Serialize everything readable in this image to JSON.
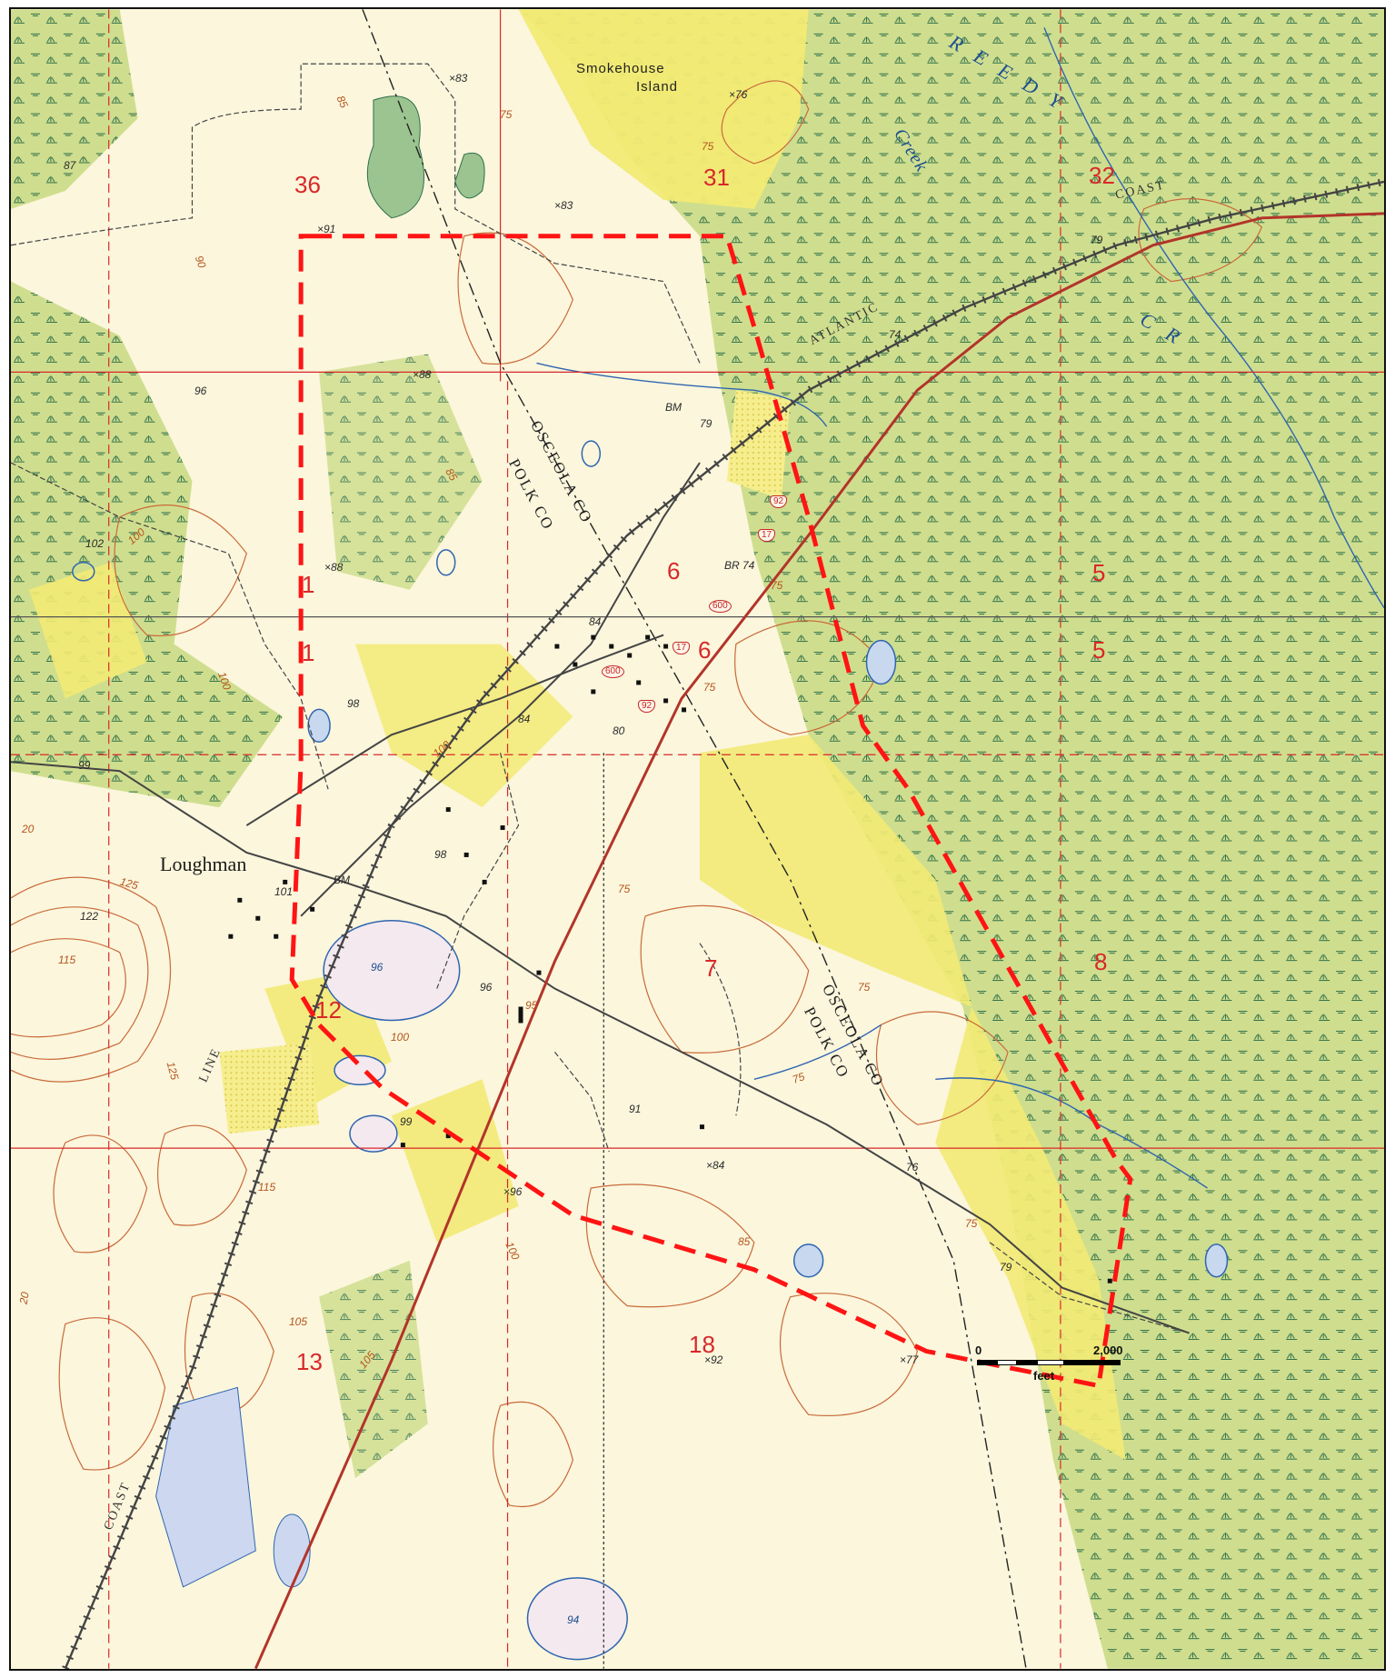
{
  "places": {
    "smokehouse_line1": "Smokehouse",
    "smokehouse_line2": "Island",
    "loughman": "Loughman"
  },
  "water_labels": {
    "reedy": "R E E D Y",
    "creek": "Creek",
    "cr": "C R"
  },
  "railroad": {
    "coast_upper": "COAST",
    "atlantic": "ATLANTIC",
    "line": "LINE",
    "coast_lower": "COAST"
  },
  "county": {
    "osceola_upper": "OSCEOLA CO",
    "polk_upper": "POLK CO",
    "osceola_lower": "OSCEOLA CO",
    "polk_lower": "POLK CO"
  },
  "sections": {
    "s36": "36",
    "s31": "31",
    "s32": "32",
    "s1a": "1",
    "s1b": "1",
    "s6a": "6",
    "s6b": "6",
    "s5a": "5",
    "s5b": "5",
    "s7": "7",
    "s8": "8",
    "s12": "12",
    "s13": "13",
    "s18": "18"
  },
  "spot_elevations": {
    "e83a": "×83",
    "e76": "×76",
    "e87": "87",
    "e83b": "×83",
    "e91a": "×91",
    "e96a": "96",
    "e88a": "×88",
    "bm79": "79",
    "bm_label1": "BM",
    "e102": "102",
    "e88b": "×88",
    "br74": "BR 74",
    "e74": "74",
    "e84a": "84",
    "e84b": "84",
    "e80": "80",
    "e98a": "98",
    "e99": "99",
    "e101": "101",
    "bm_label2": "BM",
    "e98b": "98",
    "e122": "122",
    "e96b": "96",
    "e91b": "91",
    "e99b": "99",
    "e84c": "×84",
    "e96c": "×96",
    "e76b": "76",
    "e79b": "79",
    "e79c": "79",
    "e92": "×92",
    "e77": "×77"
  },
  "contours": {
    "c85a": "85",
    "c75a": "75",
    "c75b": "75",
    "c90": "90",
    "c85b": "85",
    "c100a": "100",
    "c75c": "75",
    "c75d": "75",
    "c75e": "75",
    "c100b": "100",
    "c75f": "75",
    "c125a": "125",
    "c115a": "115",
    "c20a": "20",
    "c95": "95",
    "c100c": "100",
    "c75g": "75",
    "c125b": "125",
    "c115b": "115",
    "c100d": "100",
    "c85c": "85",
    "c75h": "75",
    "c105a": "105",
    "c105b": "105",
    "c20b": "20",
    "c100e": "100"
  },
  "lakes": {
    "l96": "96",
    "l94": "94"
  },
  "routes": {
    "us92a": "92",
    "us17a": "17",
    "sr600a": "600",
    "us17b": "17",
    "sr600b": "600",
    "us92b": "92"
  },
  "scale": {
    "zero": "0",
    "max": "2,000",
    "unit": "feet"
  },
  "colors": {
    "vegetation": "#f2ea74",
    "marsh": "#ccdc88",
    "open": "#fbf6dc",
    "contour": "#c96a3a",
    "highway": "#b3342a",
    "section_line": "#d8282a",
    "boundary": "#ff1414",
    "water": "#2f65b0"
  }
}
